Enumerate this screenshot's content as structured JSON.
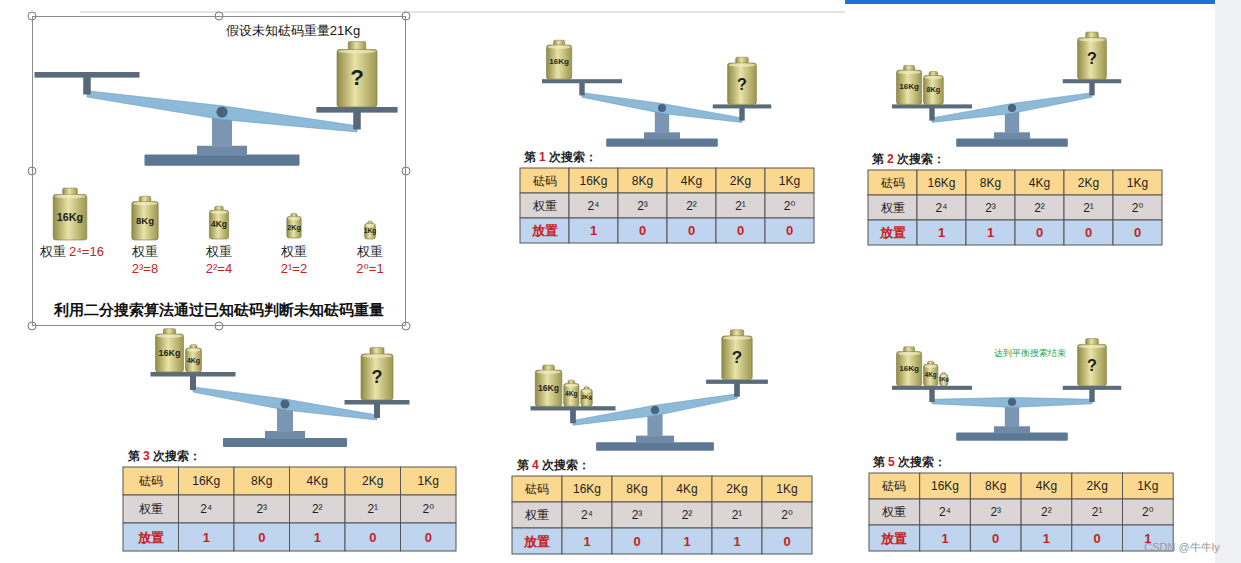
{
  "diagram": {
    "nodes": [
      {
        "text": [
          "假设未知砝码重量21Kg",
          "利用二分搜索算法通过已知砝码判断未知砝码重量"
        ]
      }
    ],
    "labels": [
      "?",
      "16Kg",
      "8Kg",
      "4Kg",
      "2Kg",
      "1Kg",
      "权重",
      "2⁴=16",
      "权重",
      "2³=8",
      "权重",
      "2²=4",
      "权重",
      "2¹=2",
      "权重",
      "2⁰=1",
      "16Kg",
      "?",
      "第",
      "1",
      "次搜索：",
      "砝码",
      "16Kg",
      "8Kg",
      "4Kg",
      "2Kg",
      "1Kg",
      "权重",
      "2⁴",
      "2³",
      "2²",
      "2¹",
      "2⁰",
      "放置",
      "1",
      "0",
      "0",
      "0",
      "0",
      "16Kg",
      "8Kg",
      "?",
      "第",
      "2",
      "次搜索：",
      "砝码",
      "16Kg",
      "8Kg",
      "4Kg",
      "2Kg",
      "1Kg",
      "权重",
      "2⁴",
      "2³",
      "2²",
      "2¹",
      "2⁰",
      "放置",
      "1",
      "1",
      "0",
      "0",
      "0",
      "16Kg",
      "4Kg",
      "?",
      "第",
      "3",
      "次搜索：",
      "砝码",
      "16Kg",
      "8Kg",
      "4Kg",
      "2Kg",
      "1Kg",
      "权重",
      "2⁴",
      "2³",
      "2²",
      "2¹",
      "2⁰",
      "放置",
      "1",
      "0",
      "1",
      "0",
      "0",
      "16Kg",
      "4Kg",
      "2Kg",
      "?",
      "第",
      "4",
      "次搜索：",
      "砝码",
      "16Kg",
      "8Kg",
      "4Kg",
      "2Kg",
      "1Kg",
      "权重",
      "2⁴",
      "2³",
      "2²",
      "2¹",
      "2⁰",
      "放置",
      "1",
      "0",
      "1",
      "1",
      "0",
      "16Kg",
      "4Kg",
      "1Kg",
      "?",
      "达到平衡搜索结束",
      "第",
      "5",
      "次搜索：",
      "砝码",
      "16Kg",
      "8Kg",
      "4Kg",
      "2Kg",
      "1Kg",
      "权重",
      "2⁴",
      "2³",
      "2²",
      "2¹",
      "2⁰",
      "放置",
      "1",
      "0",
      "1",
      "0",
      "1",
      "CSDN @牛牛ly"
    ]
  }
}
